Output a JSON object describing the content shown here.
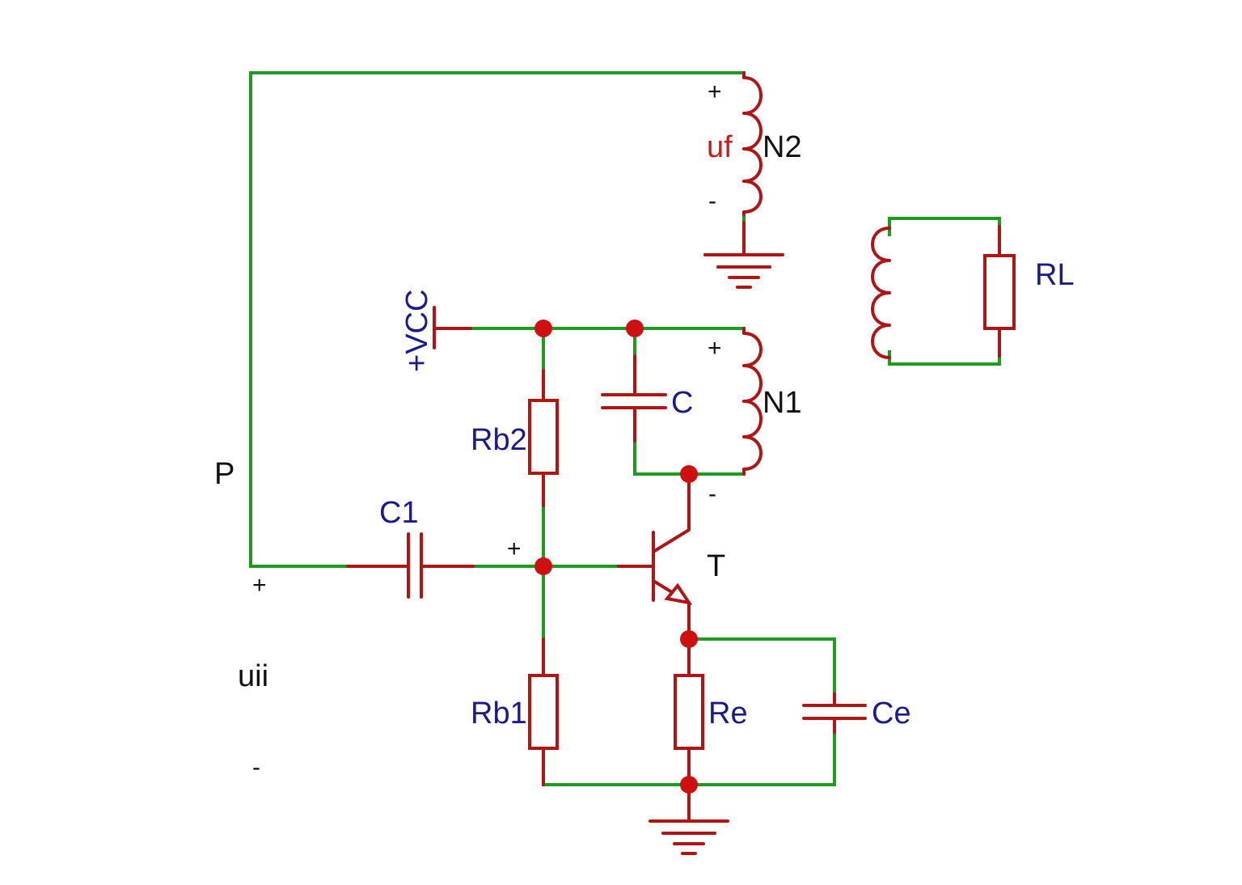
{
  "labels": {
    "vcc": "+VCC",
    "rb2": "Rb2",
    "rb1": "Rb1",
    "re": "Re",
    "ce": "Ce",
    "c": "C",
    "c1": "C1",
    "n1": "N1",
    "n2": "N2",
    "uf": "uf",
    "rl": "RL",
    "t": "T",
    "p": "P",
    "ui": "uii"
  },
  "signs": {
    "plus": "+",
    "minus": "-"
  },
  "colors": {
    "wire": "#1e9a1e",
    "component": "#b01515",
    "node": "#d01010",
    "component_label": "#1a1a8c",
    "feedback_label": "#d01818",
    "text": "#111111"
  }
}
